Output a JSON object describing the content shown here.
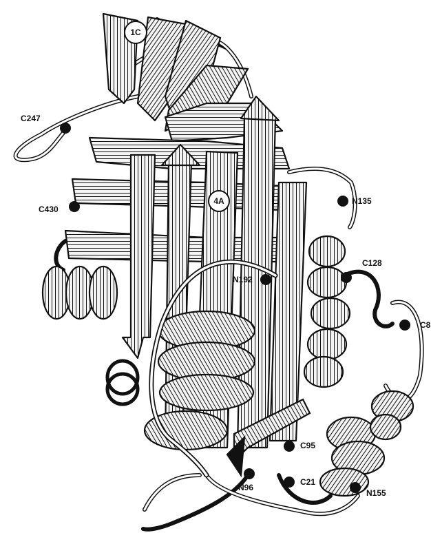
{
  "figure": {
    "domain_labels": [
      "1C",
      "4A"
    ],
    "residue_labels": [
      "C247",
      "C430",
      "N135",
      "C128",
      "N192",
      "C8",
      "C95",
      "C21",
      "N96",
      "N155"
    ],
    "colors": {
      "ink": "#111111",
      "paper": "#ffffff",
      "ribbon_fill": "#f4f4f4"
    }
  }
}
